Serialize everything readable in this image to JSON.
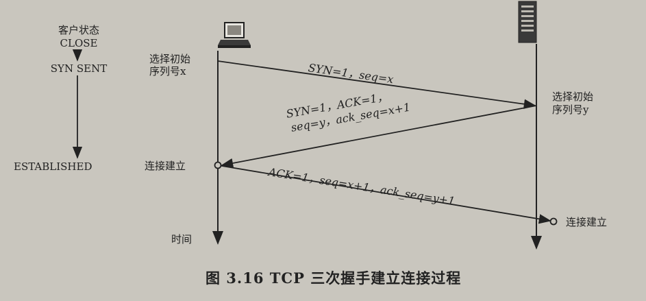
{
  "client_states": {
    "header_line1": "客户状态",
    "header_line2": "CLOSE",
    "syn_sent": "SYN SENT",
    "established": "ESTABLISHED"
  },
  "client_notes": {
    "isn_line1": "选择初始",
    "isn_line2": "序列号x",
    "conn_established": "连接建立"
  },
  "server_notes": {
    "isn_line1": "选择初始",
    "isn_line2": "序列号y",
    "conn_established": "连接建立"
  },
  "messages": {
    "syn": "SYN=1，seq=x",
    "synack_line1": "SYN=1，ACK=1，",
    "synack_line2": "seq=y，ack_seq=x+1",
    "ack": "ACK=1，seq=x+1，ack_seq=y+1"
  },
  "time_label": "时间",
  "caption": "图 3.16   TCP 三次握手建立连接过程",
  "colors": {
    "ink": "#222222",
    "paper": "#c9c6be"
  }
}
